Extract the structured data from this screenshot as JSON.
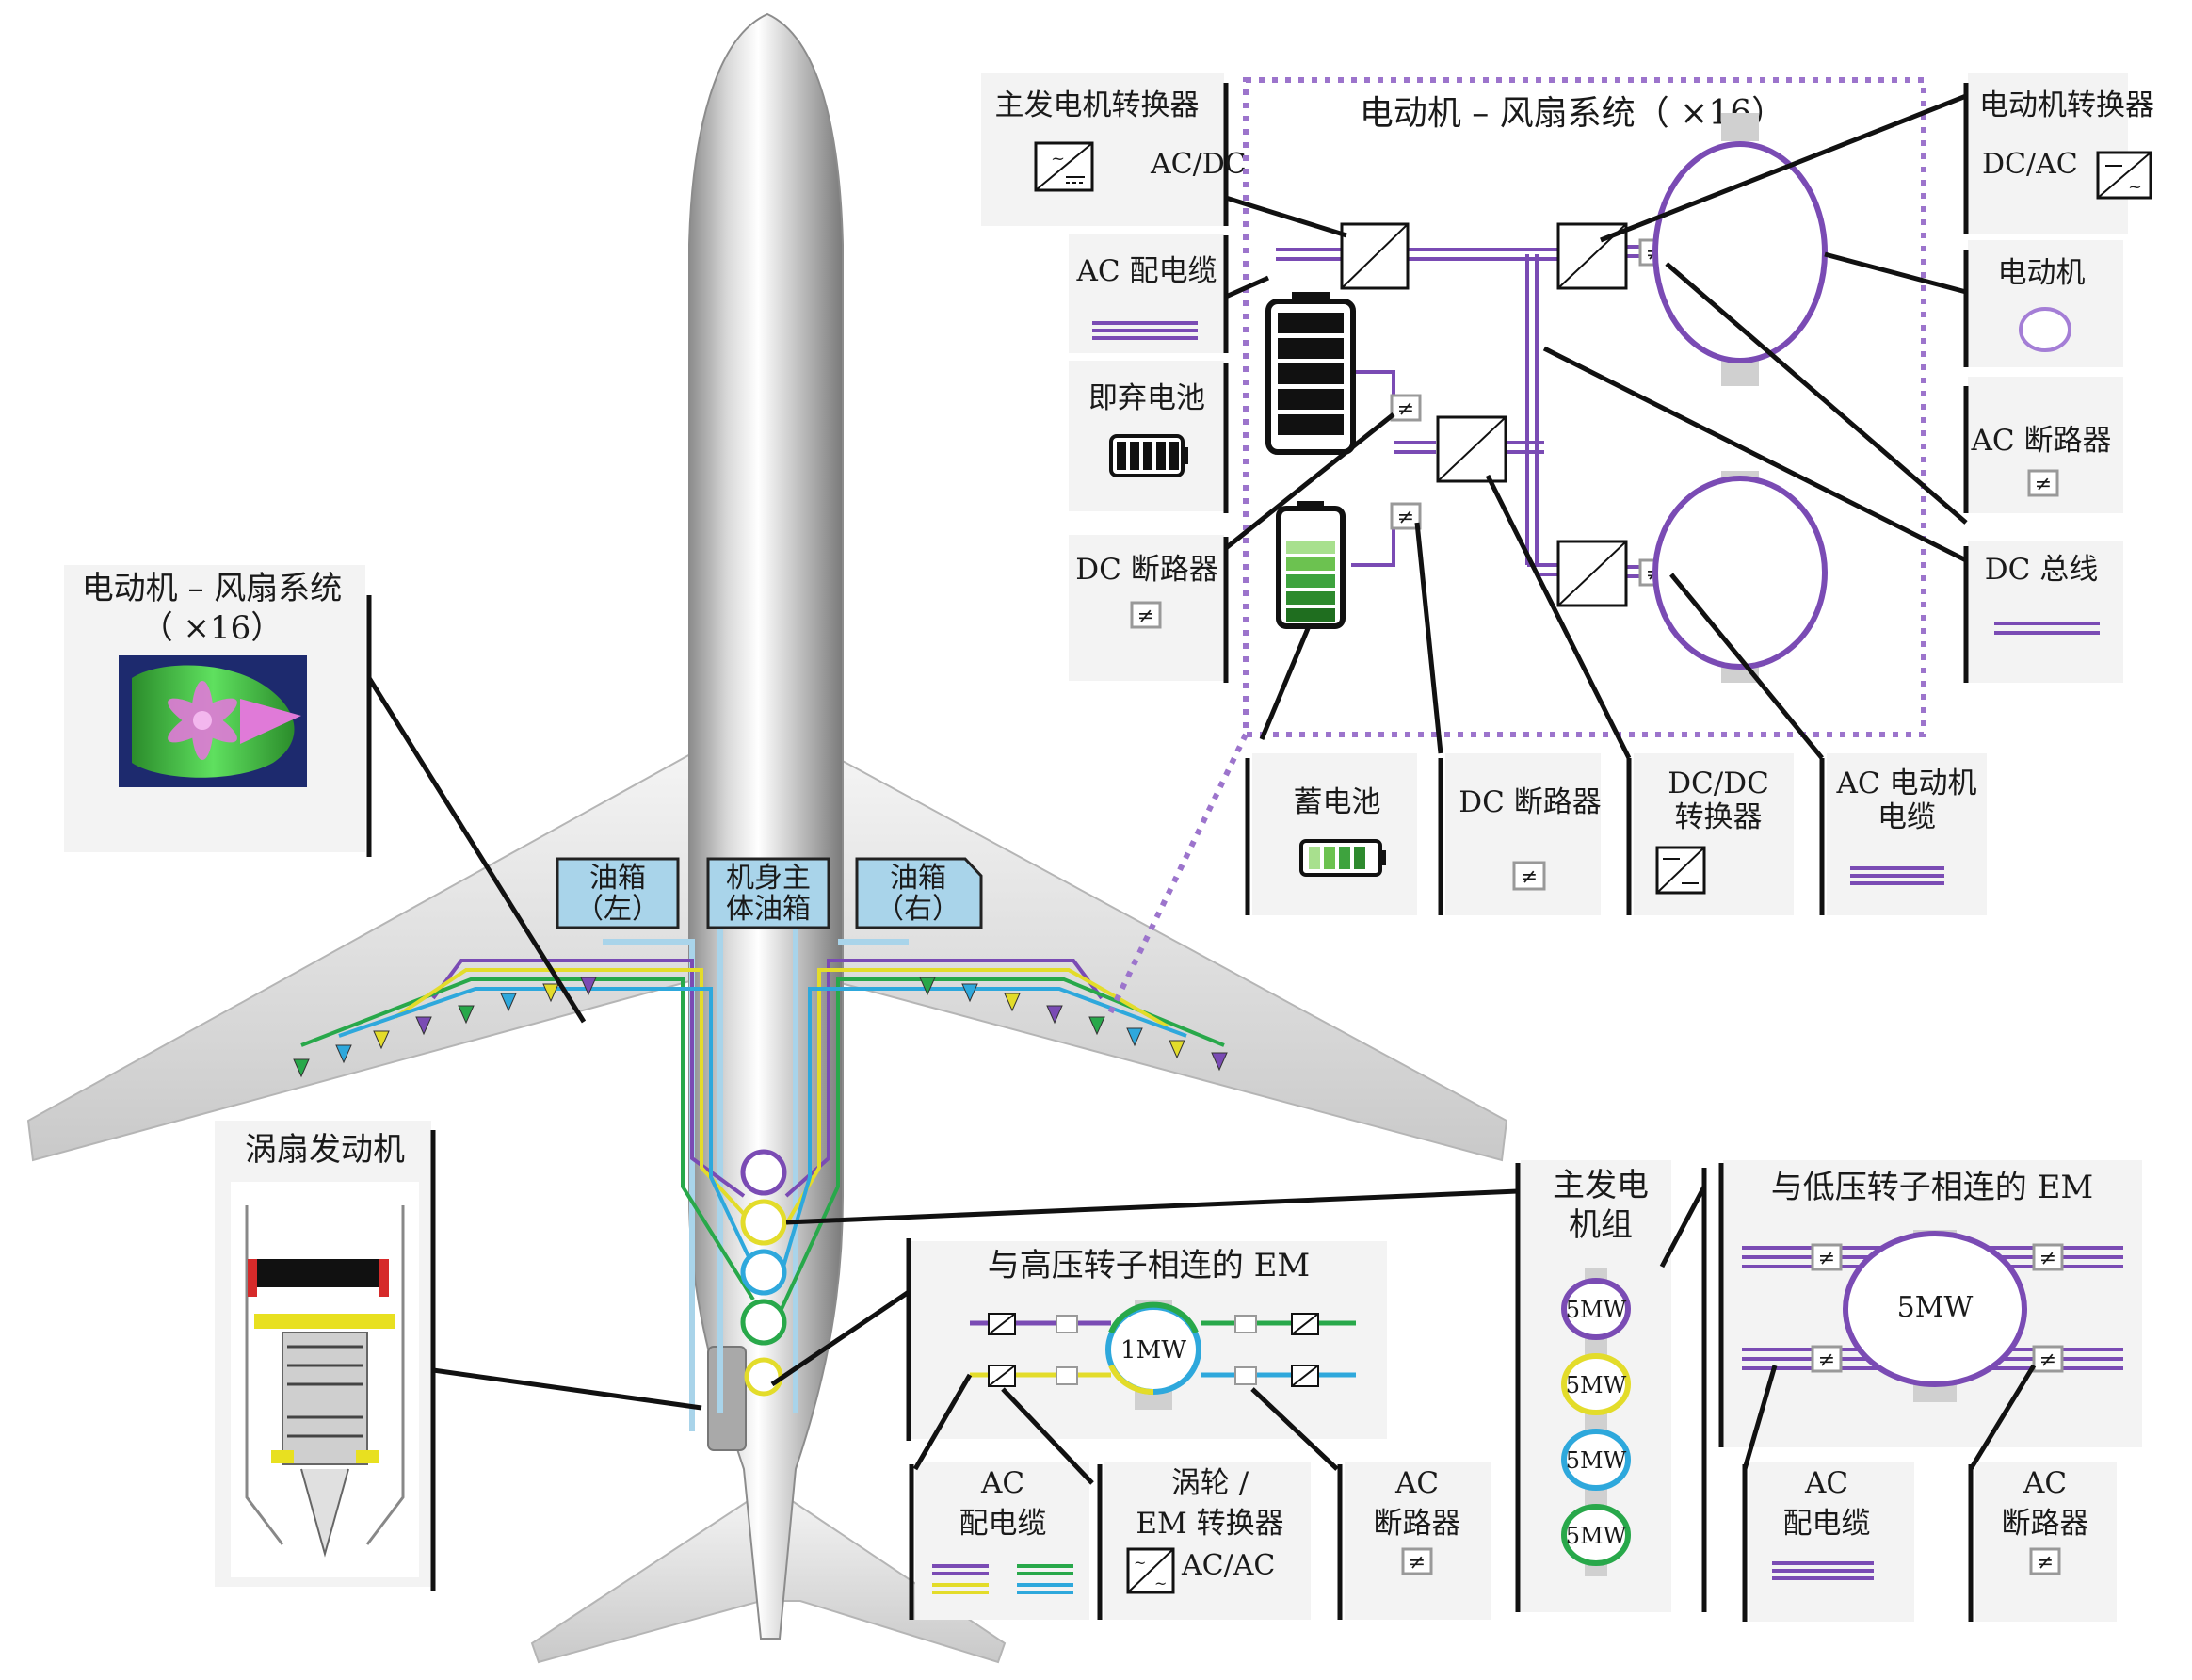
{
  "colors": {
    "purple": "#7a4bb4",
    "yellow": "#e3dc2a",
    "blue": "#2ea8dc",
    "green": "#28a84a",
    "dashed_box": "#9c74cc",
    "fan_green": "#3fcf3f",
    "fan_pink": "#e07ad8",
    "battery_green": "#2e9c2e"
  },
  "icons": {
    "ac_dc_converter": "converter-icon",
    "dc_ac_converter": "converter-icon",
    "breaker": "breaker-icon",
    "battery": "battery-icon",
    "motor": "motor-icon",
    "cable": "cable-icon",
    "fan": "fan-render-icon",
    "turbofan": "turbofan-section-icon"
  },
  "fuel_tanks": {
    "left": [
      "油箱",
      "（左）"
    ],
    "center": [
      "机身主",
      "体油箱"
    ],
    "right": [
      "油箱",
      "（右）"
    ]
  },
  "fan_system_left": {
    "title": "电动机 – 风扇系统",
    "count": "（ ×16）"
  },
  "turbofan": {
    "title": "涡扇发动机"
  },
  "detail": {
    "title": "电动机 – 风扇系统（ ×16）",
    "left_legend": {
      "main_gen_converter": {
        "title": "主发电机转换器",
        "value": "AC/DC"
      },
      "ac_cable": {
        "title": "AC 配电缆"
      },
      "disposable_battery": {
        "title": "即弃电池"
      },
      "dc_breaker": {
        "title": "DC 断路器"
      }
    },
    "right_legend": {
      "motor_converter": {
        "title": "电动机转换器",
        "value": "DC/AC"
      },
      "motor": {
        "title": "电动机"
      },
      "ac_breaker": {
        "title": "AC 断路器"
      },
      "dc_bus": {
        "title": "DC 总线"
      }
    },
    "bottom_legend": {
      "battery": {
        "title": "蓄电池"
      },
      "dc_breaker": {
        "title": "DC 断路器"
      },
      "dcdc_converter": {
        "title": [
          "DC/DC",
          "转换器"
        ]
      },
      "ac_motor_cable": {
        "title": [
          "AC 电动机",
          "电缆"
        ]
      }
    }
  },
  "hp_em": {
    "title": "与高压转子相连的 EM",
    "rating": "1MW",
    "legend": {
      "ac_cable": {
        "title": [
          "AC",
          "配电缆"
        ]
      },
      "turbine_converter": {
        "title": [
          "涡轮 /",
          "EM 转换器"
        ],
        "value": "AC/AC"
      },
      "ac_breaker": {
        "title": [
          "AC",
          "断路器"
        ]
      }
    }
  },
  "main_gen": {
    "title": [
      "主发电",
      "机组"
    ],
    "units": [
      "5MW",
      "5MW",
      "5MW",
      "5MW"
    ]
  },
  "lp_em": {
    "title": "与低压转子相连的 EM",
    "rating": "5MW",
    "legend": {
      "ac_cable": {
        "title": [
          "AC",
          "配电缆"
        ]
      },
      "ac_breaker": {
        "title": [
          "AC",
          "断路器"
        ]
      }
    }
  }
}
